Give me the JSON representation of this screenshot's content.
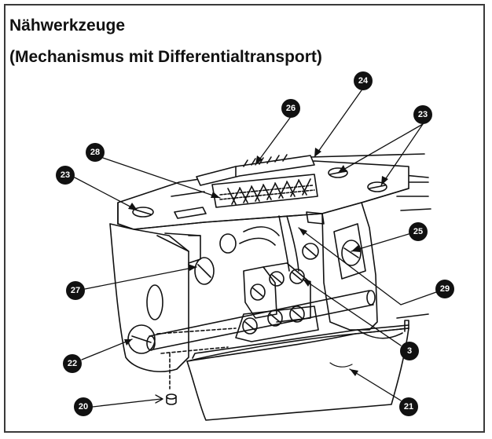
{
  "title_line1": "Nähwerkzeuge",
  "title_line2": "(Mechanismus mit Differentialtransport)",
  "callouts": [
    {
      "id": "c23a",
      "label": "23"
    },
    {
      "id": "c23b",
      "label": "23"
    },
    {
      "id": "c24",
      "label": "24"
    },
    {
      "id": "c25",
      "label": "25"
    },
    {
      "id": "c26",
      "label": "26"
    },
    {
      "id": "c27",
      "label": "27"
    },
    {
      "id": "c28",
      "label": "28"
    },
    {
      "id": "c29",
      "label": "29"
    },
    {
      "id": "c3",
      "label": "3"
    },
    {
      "id": "c20",
      "label": "20"
    },
    {
      "id": "c21",
      "label": "21"
    },
    {
      "id": "c22",
      "label": "22"
    }
  ]
}
